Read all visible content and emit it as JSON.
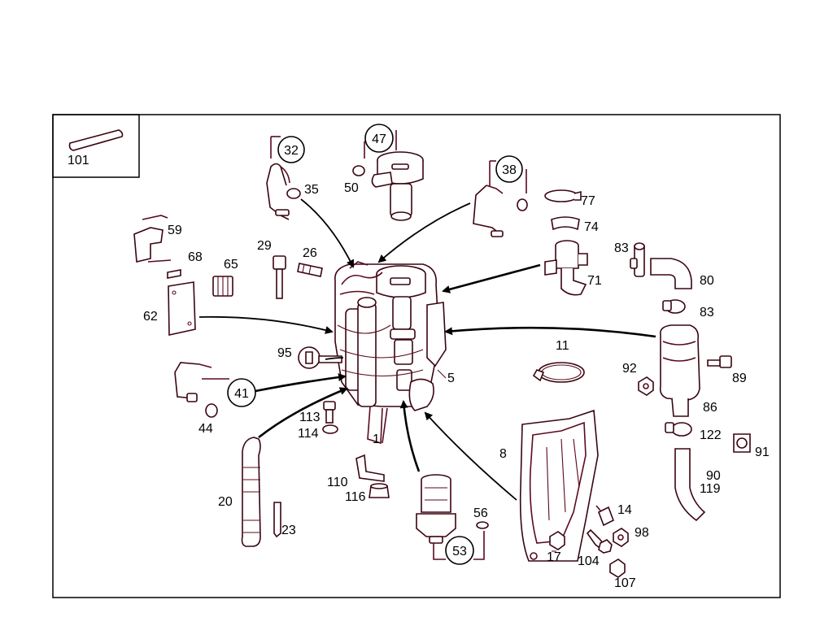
{
  "labels": {
    "l101": "101",
    "l32": "32",
    "l35": "35",
    "l47": "47",
    "l50": "50",
    "l38": "38",
    "l77": "77",
    "l74": "74",
    "l59": "59",
    "l68": "68",
    "l65": "65",
    "l29": "29",
    "l26": "26",
    "l83a": "83",
    "l80": "80",
    "l71": "71",
    "l83b": "83",
    "l62": "62",
    "l95": "95",
    "l11": "11",
    "l5": "5",
    "l92": "92",
    "l89": "89",
    "l41": "41",
    "l44": "44",
    "l86": "86",
    "l113": "113",
    "l114": "114",
    "l1": "1",
    "l122": "122",
    "l91": "91",
    "l8": "8",
    "l90": "90",
    "l119": "119",
    "l20": "20",
    "l110": "110",
    "l116": "116",
    "l56": "56",
    "l14": "14",
    "l98": "98",
    "l23": "23",
    "l53": "53",
    "l17": "17",
    "l104": "104",
    "l107": "107"
  },
  "colors": {
    "line": "#5a0a1e",
    "text": "#000000",
    "background": "#ffffff"
  }
}
